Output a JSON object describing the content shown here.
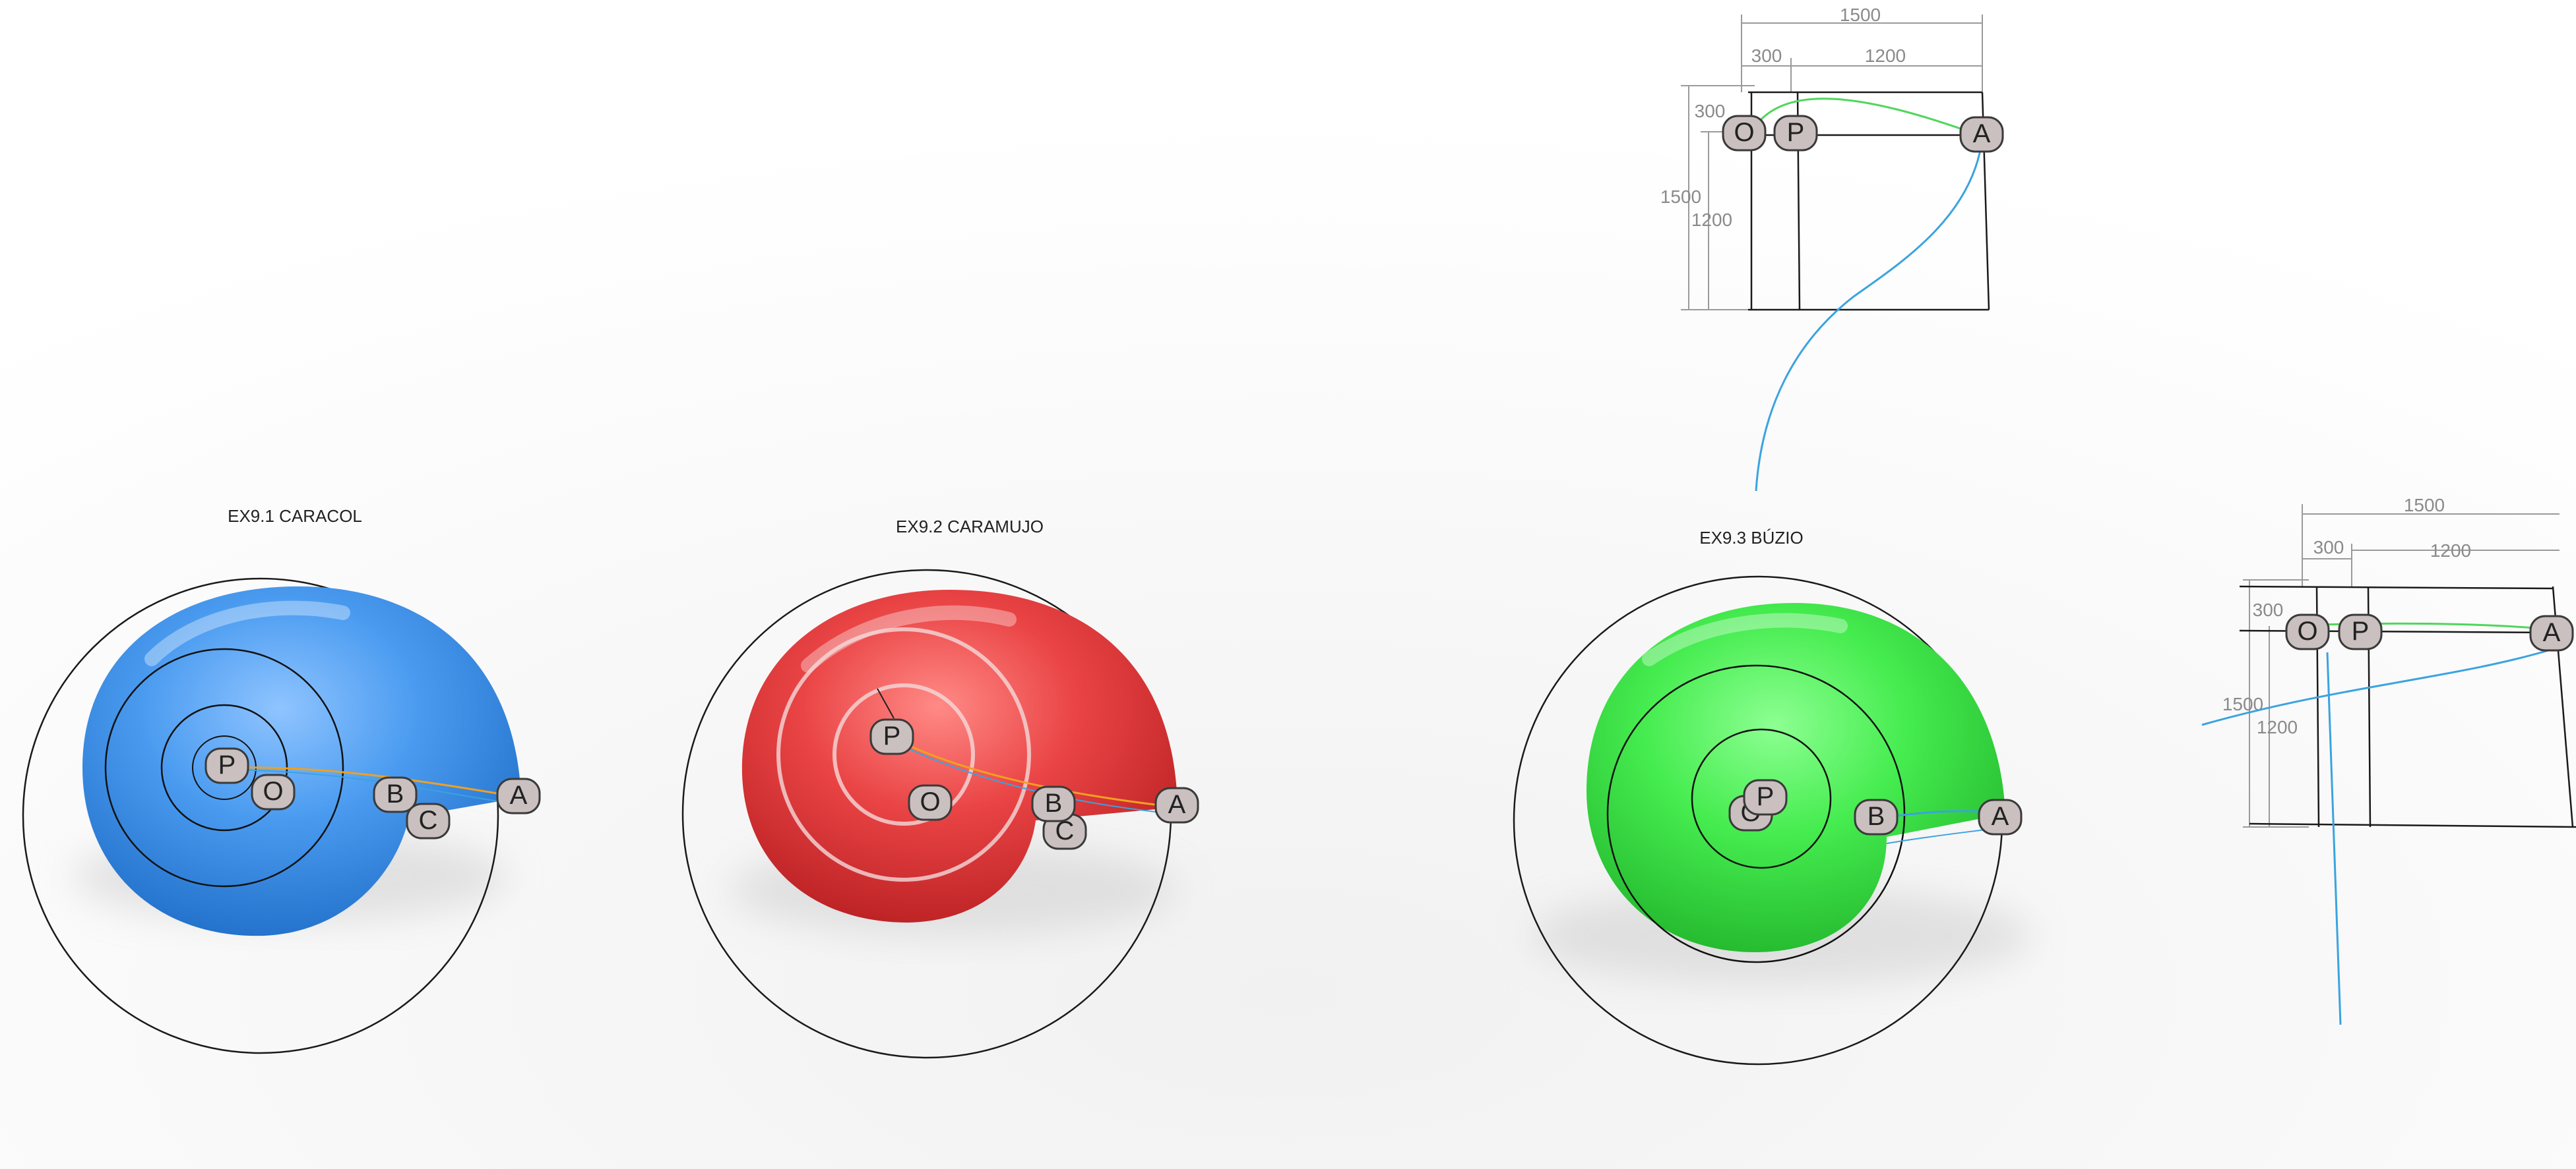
{
  "shells": [
    {
      "title": "EX9.1 CARACOL",
      "color": "#3d8fe6",
      "points": {
        "P": "P",
        "O": "O",
        "B": "B",
        "C": "C",
        "A": "A"
      }
    },
    {
      "title": "EX9.2 CARAMUJO",
      "color": "#e5393a",
      "points": {
        "P": "P",
        "O": "O",
        "B": "B",
        "C": "C",
        "A": "A"
      }
    },
    {
      "title": "EX9.3 BÚZIO",
      "color": "#3ef04a",
      "points": {
        "P": "P",
        "O": "O",
        "B": "B",
        "A": "A"
      }
    }
  ],
  "drawing_top": {
    "dims": {
      "d1500": "1500",
      "d300": "300",
      "d1200": "1200"
    },
    "vdims": {
      "v300": "300",
      "v1500": "1500",
      "v1200": "1200"
    },
    "points": {
      "O": "O",
      "P": "P",
      "A": "A"
    }
  },
  "drawing_right": {
    "dims": {
      "d1500": "1500",
      "d300": "300",
      "d1200": "1200"
    },
    "vdims": {
      "v300": "300",
      "v1500": "1500",
      "v1200": "1200"
    },
    "points": {
      "O": "O",
      "P": "P",
      "A": "A"
    }
  },
  "colors": {
    "line": "#1a1a1a",
    "dim_line": "#9a9a9a",
    "marker_fill": "#c9c0bf",
    "marker_stroke": "#3a3a3a",
    "curve_green": "#4fd65a",
    "curve_blue": "#3aa3e0",
    "curve_orange": "#f0a020"
  }
}
